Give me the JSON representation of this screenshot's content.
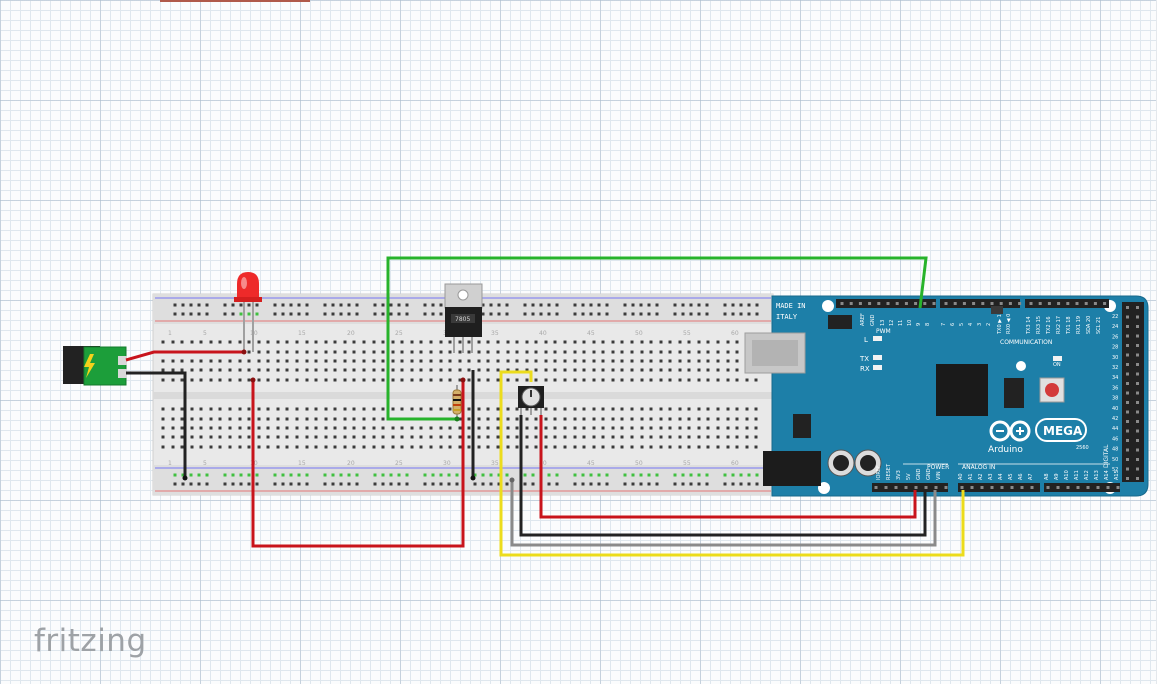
{
  "app": {
    "logo_text": "fritzing"
  },
  "arduino": {
    "made_in_line1": "MADE IN",
    "made_in_line2": "ITALY",
    "aref": "AREF",
    "gnd": "GND",
    "pin13": "13",
    "pin12": "12",
    "pin11": "11",
    "pin10": "10",
    "pin9": "9",
    "pin8": "8",
    "pin7": "7",
    "pin6": "6",
    "pin5": "5",
    "pin4": "4",
    "pin3": "3",
    "pin2": "2",
    "tx1": "TX0 ▶ 1",
    "rx0": "RX0 ◀ 0",
    "tx3": "TX3 14",
    "rx3": "RX3 15",
    "tx2": "TX2 16",
    "rx2": "RX2 17",
    "tx1b": "TX1 18",
    "rx1b": "RX1 19",
    "sda": "SDA 20",
    "scl": "SCL 21",
    "pwm_label": "PWM",
    "communication_label": "COMMUNICATION",
    "l_label": "L",
    "tx_label": "TX",
    "rx_label": "RX",
    "on_label": "ON",
    "brand_text": "Arduino",
    "model_text": "MEGA",
    "model_suffix": "2560",
    "power_label": "POWER",
    "analog_label": "ANALOG IN",
    "digital_label": "DIGITAL",
    "power_pins": [
      "IOREF",
      "RESET",
      "3V3",
      "5V",
      "GND",
      "GND",
      "VIN"
    ],
    "analog_pins": [
      "A0",
      "A1",
      "A2",
      "A3",
      "A4",
      "A5",
      "A6",
      "A7",
      "A8",
      "A9",
      "A10",
      "A11",
      "A12",
      "A13",
      "A14",
      "A15"
    ],
    "digital_right_numbers": [
      "22",
      "24",
      "26",
      "28",
      "30",
      "32",
      "34",
      "36",
      "38",
      "40",
      "42",
      "44",
      "46",
      "48",
      "50",
      "52"
    ]
  },
  "breadboard": {
    "column_numbers": [
      "1",
      "5",
      "10",
      "15",
      "20",
      "25",
      "30",
      "35",
      "40",
      "45",
      "50",
      "55",
      "60"
    ]
  },
  "regulator": {
    "marking": "7805"
  },
  "colors": {
    "wire_red": "#c8141c",
    "wire_black": "#222222",
    "wire_green": "#27b32b",
    "wire_yellow": "#ecdc1c",
    "wire_gray": "#8a8a8a",
    "arduino_blue": "#1d7fa8",
    "led_red": "#ee2a2a",
    "breadboard": "#e9e9e9",
    "dot_green": "#3fc03f"
  }
}
